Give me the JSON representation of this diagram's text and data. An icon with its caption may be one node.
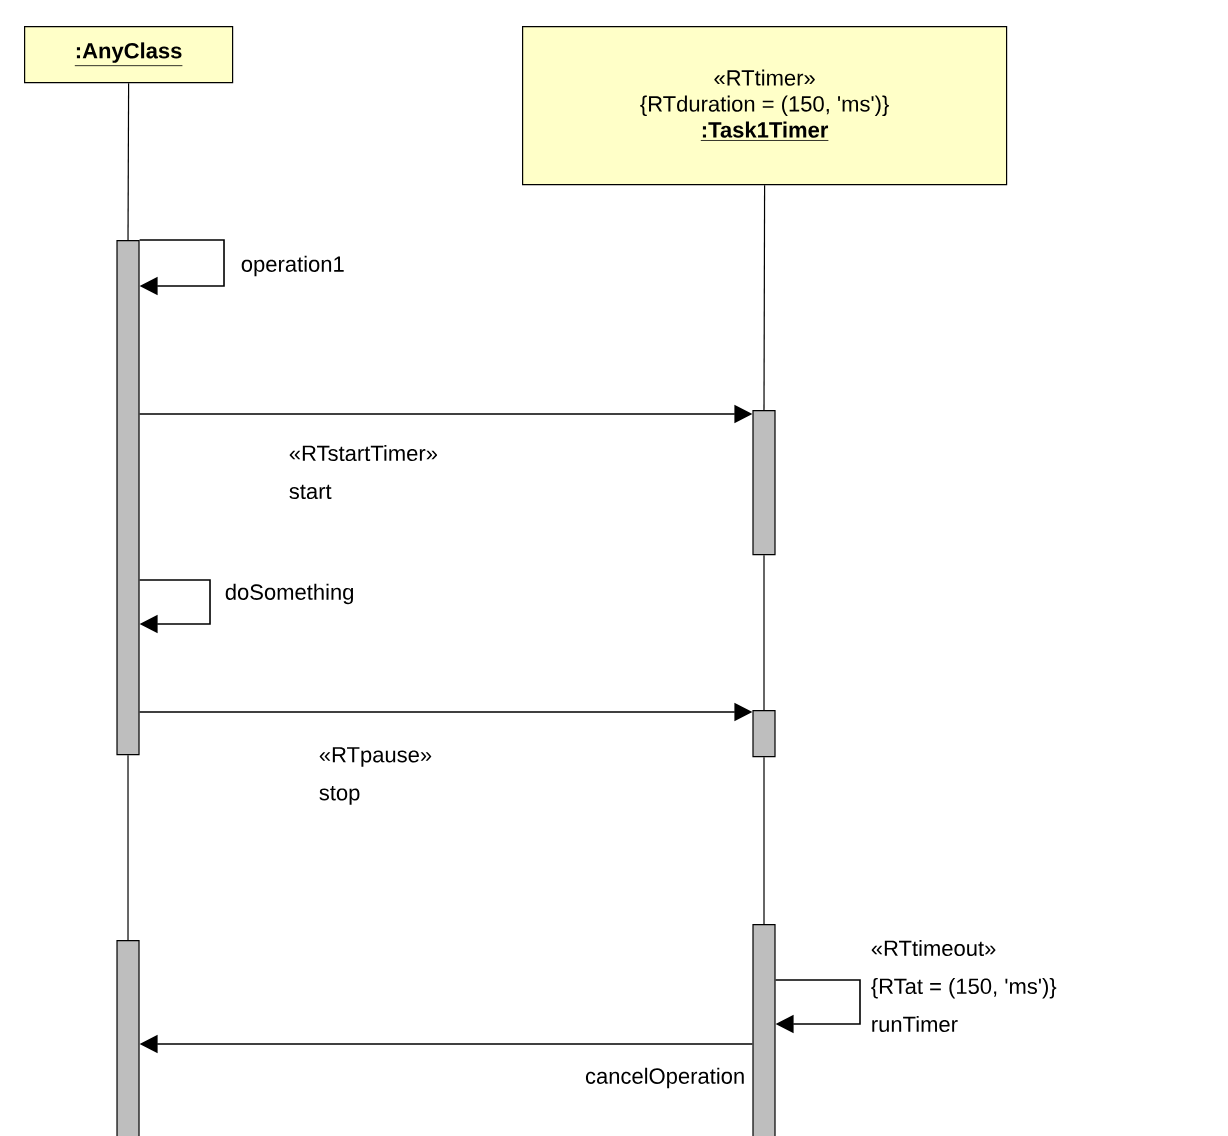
{
  "diagram": {
    "nodes": [
      {
        "text": [
          ":AnyClass"
        ]
      },
      {
        "text": [
          "«RTtimer»",
          "{RTduration = (150, 'ms')}",
          ":Task1Timer"
        ]
      },
      {
        "text": [],
        "shape": "bar"
      },
      {
        "text": [],
        "shape": "bar"
      },
      {
        "text": [],
        "shape": "bar"
      },
      {
        "text": [],
        "shape": "bar"
      },
      {
        "text": [],
        "shape": "bar"
      }
    ],
    "edges": [
      {
        "from": 2,
        "to": 2,
        "arrow": "to",
        "label": [
          "operation1"
        ]
      },
      {
        "from": 2,
        "to": 3,
        "arrow": "to",
        "label": [
          "«RTstartTimer»",
          "start"
        ]
      },
      {
        "from": 2,
        "to": 2,
        "arrow": "to",
        "label": [
          "doSomething"
        ]
      },
      {
        "from": 2,
        "to": 4,
        "arrow": "to",
        "label": [
          "«RTpause»",
          "stop"
        ]
      },
      {
        "from": 5,
        "to": 5,
        "arrow": "to",
        "label": [
          "«RTtimeout»",
          "{RTat = (150, 'ms')}",
          "runTimer"
        ]
      },
      {
        "from": 5,
        "to": 6,
        "arrow": "to",
        "label": [
          "cancelOperation"
        ]
      },
      {
        "from": 0,
        "to": 2,
        "arrow": "none"
      },
      {
        "from": 2,
        "to": 6,
        "arrow": "none"
      },
      {
        "from": 1,
        "to": 3,
        "arrow": "none"
      },
      {
        "from": 3,
        "to": 4,
        "arrow": "none"
      },
      {
        "from": 4,
        "to": 5,
        "arrow": "none"
      }
    ]
  }
}
